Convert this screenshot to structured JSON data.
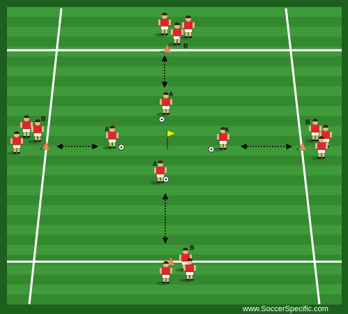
{
  "diagram": {
    "watermark": "www.SoccerSpecific.com",
    "labels": {
      "a": "A",
      "b": "B"
    },
    "colors": {
      "grass_light": "#3f9a3a",
      "grass_dark": "#34882f",
      "border": "#1d5f1d",
      "line": "#ffffff",
      "cone": "#f08a5a",
      "shirt": "#d92a2a",
      "shorts": "#ffffff",
      "skin": "#e8b48a",
      "flag": "#f2e600"
    },
    "icons": [
      "player-icon",
      "cone-icon",
      "ball-icon",
      "flag-icon",
      "double-arrow-icon"
    ]
  }
}
